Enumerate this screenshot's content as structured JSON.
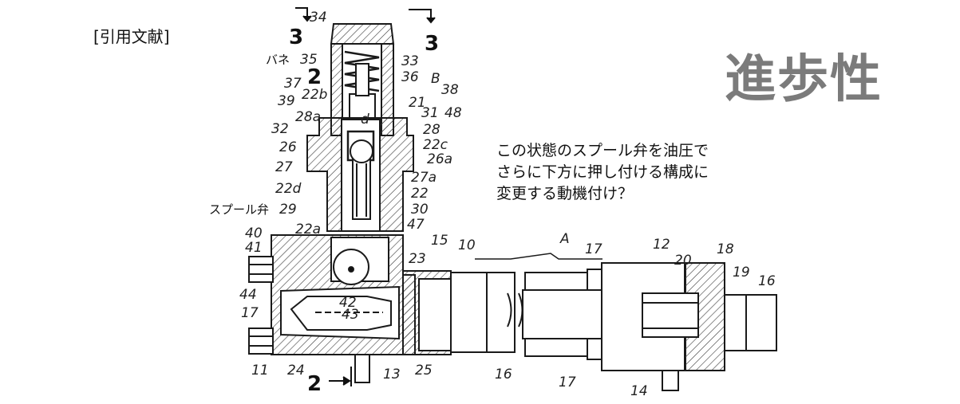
{
  "citation": "[引用文献]",
  "title": "進歩性",
  "question_lines": [
    "この状態のスプール弁を油圧で",
    "さらに下方に押し付ける構成に",
    "変更する動機付け？"
  ],
  "annotations": {
    "spring": "バネ",
    "spool_valve": "スプール弁"
  },
  "section_marks": [
    "3",
    "3",
    "2",
    "2"
  ],
  "reference_numerals": [
    "34",
    "35",
    "33",
    "37",
    "36",
    "B",
    "22b",
    "38",
    "39",
    "21",
    "31",
    "48",
    "28a",
    "d",
    "28",
    "32",
    "22c",
    "26",
    "26a",
    "27",
    "27a",
    "22d",
    "22",
    "29",
    "30",
    "47",
    "22a",
    "40",
    "41",
    "23",
    "15",
    "10",
    "A",
    "17",
    "12",
    "20",
    "18",
    "19",
    "16",
    "44",
    "42",
    "43",
    "17",
    "11",
    "24",
    "13",
    "25",
    "16",
    "17",
    "14"
  ],
  "colors": {
    "ink": "#1a1a1a",
    "hatch": "#3a3a3a",
    "title_gray": "#7b7b7b"
  }
}
